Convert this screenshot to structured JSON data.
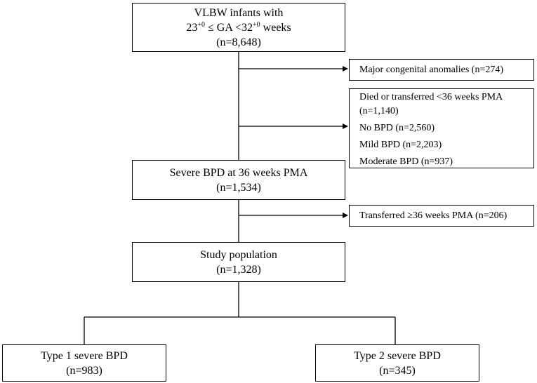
{
  "flow": {
    "start": {
      "line1": "VLBW infants with",
      "ga_prefix": "23",
      "ga_sup1": "+0",
      "ga_mid": " ≤ GA <32",
      "ga_sup2": "+0",
      "ga_suffix": " weeks",
      "count": "(n=8,648)"
    },
    "exclusion1": "Major congenital anomalies (n=274)",
    "exclusion2": {
      "items": [
        "Died or transferred <36 weeks PMA",
        "(n=1,140)",
        "No BPD (n=2,560)",
        "Mild BPD (n=2,203)",
        "Moderate BPD (n=937)"
      ]
    },
    "severe": {
      "title": "Severe BPD at 36 weeks PMA",
      "count": "(n=1,534)"
    },
    "exclusion3": "Transferred ≥36 weeks PMA (n=206)",
    "study": {
      "title": "Study population",
      "count": "(n=1,328)"
    },
    "type1": {
      "title": "Type 1 severe BPD",
      "count": "(n=983)"
    },
    "type2": {
      "title": "Type 2 severe BPD",
      "count": "(n=345)"
    }
  }
}
